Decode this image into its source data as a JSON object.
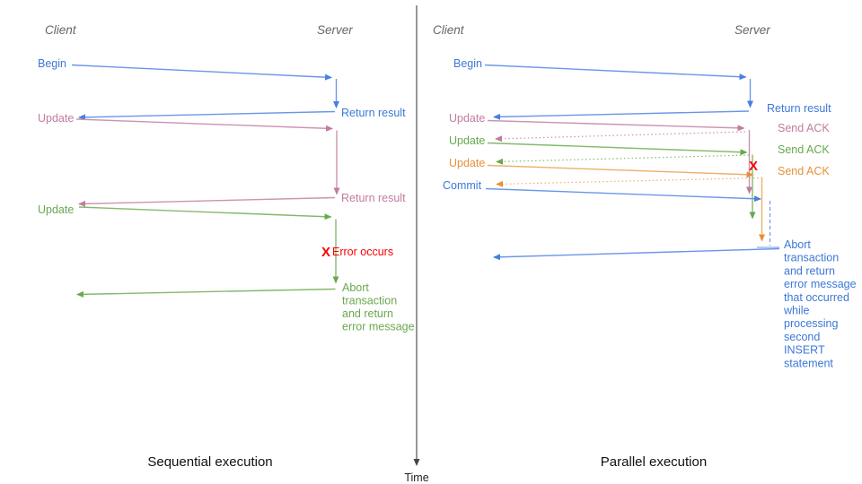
{
  "colors": {
    "blue": "#3c78d8",
    "pink": "#c27ba0",
    "green": "#6aa84f",
    "orange": "#e69138",
    "error_red": "#fb0000",
    "header_gray": "#666666",
    "axis_gray": "#444444"
  },
  "time_axis": {
    "label": "Time"
  },
  "sequential": {
    "caption": "Sequential execution",
    "client": "Client",
    "server": "Server",
    "begin": "Begin",
    "return_result_1": "Return result",
    "update_1": "Update",
    "return_result_2": "Return result",
    "update_2": "Update",
    "error_mark": "X",
    "error_label": "Error occurs",
    "abort_lines": [
      "Abort",
      "transaction",
      "and return",
      "error message"
    ]
  },
  "parallel": {
    "caption": "Parallel execution",
    "client": "Client",
    "server": "Server",
    "begin": "Begin",
    "return_result": "Return result",
    "updates": [
      "Update",
      "Update",
      "Update"
    ],
    "acks": [
      "Send ACK",
      "Send ACK",
      "Send ACK"
    ],
    "commit": "Commit",
    "error_mark": "X",
    "abort_lines": [
      "Abort",
      "transaction",
      "and return",
      "error message",
      "that occurred",
      "while",
      "processing",
      "second",
      "INSERT",
      "statement"
    ]
  }
}
